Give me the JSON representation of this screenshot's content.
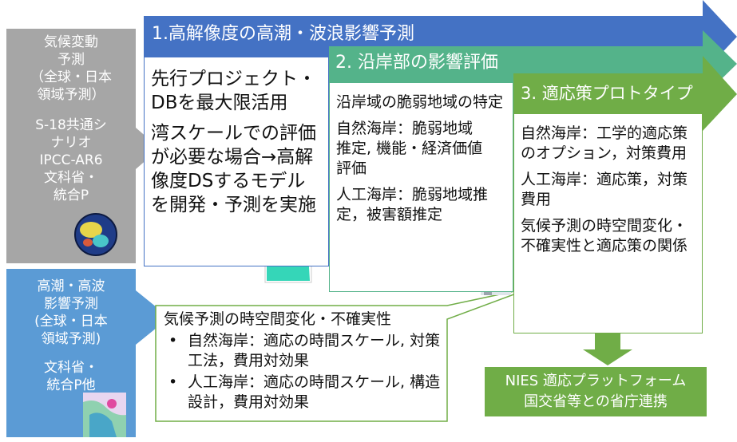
{
  "left_panel_top": {
    "lines": [
      "気候変動",
      "予測",
      "（全球・日本",
      "領域予測）",
      "S-18共通シ",
      "ナリオ",
      "IPCC-AR6",
      "文科省・",
      "統合P"
    ]
  },
  "left_panel_bottom": {
    "lines": [
      "高潮・高波",
      "影響予測",
      "(全球・日本",
      "領域予測)",
      "文科省・",
      "統合P他"
    ]
  },
  "arrow1": {
    "title": "1.高解像度の高潮・波浪影響予測",
    "color": "#4472c4",
    "paragraphs": [
      "先行プロジェクト・DBを最大限活用",
      "湾スケールでの評価が必要な場合→高解像度DSするモデルを開発・予測を実施"
    ]
  },
  "arrow2": {
    "title": "2. 沿岸部の影響評価",
    "color": "#54b38a",
    "paragraphs": [
      "沿岸域の脆弱地域の特定",
      "自然海岸：脆弱地域推定, 機能・経済価値評価",
      "人工海岸：脆弱地域推定，被害額推定"
    ]
  },
  "arrow3": {
    "title": "3. 適応策プロトタイプ",
    "color": "#70ad47",
    "paragraphs": [
      "自然海岸：工学的適応策のオプション，対策費用",
      "人工海岸：適応策，対策費用",
      "気候予測の時空間変化・不確実性と適応策の関係"
    ]
  },
  "callout": {
    "title": "気候予測の時空間変化・不確実性",
    "bullets": [
      "自然海岸：適応の時間スケール, 対策工法，費用対効果",
      "人工海岸：適応の時間スケール, 構造設計，費用対効果"
    ]
  },
  "nies_box": {
    "lines": [
      "NIES 適応プラットフォーム",
      "国交省等との省庁連携"
    ],
    "color": "#70ad47"
  },
  "colors": {
    "gray_panel": "#a6a6a6",
    "blue_panel": "#5b9bd5",
    "green_border": "#70ad47"
  }
}
